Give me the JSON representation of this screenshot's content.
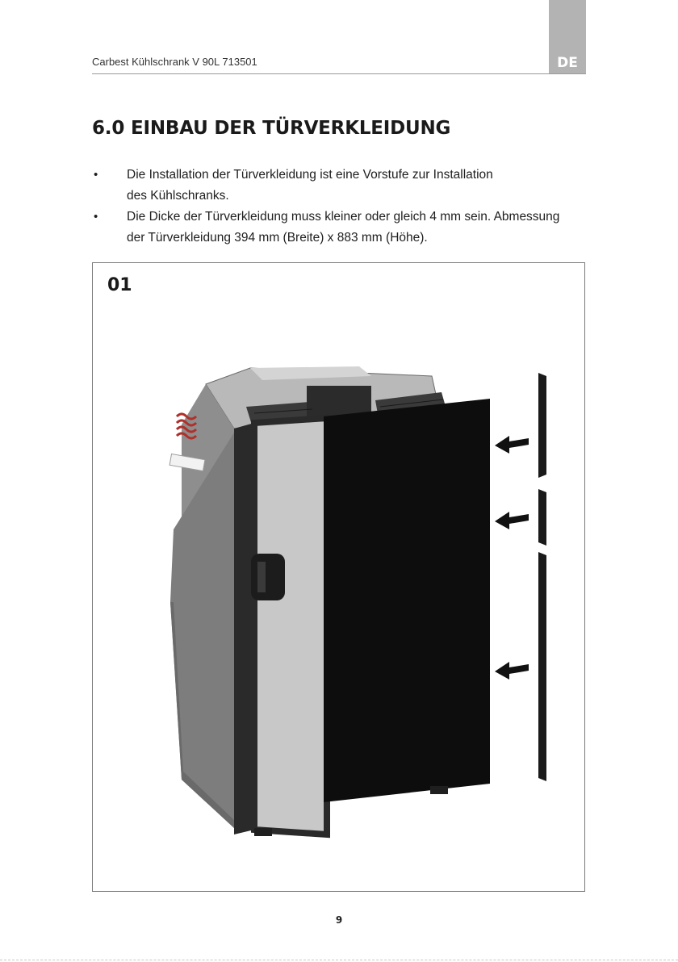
{
  "header": {
    "title": "Carbest Kühlschrank V 90L 713501",
    "language_tab": "DE"
  },
  "section": {
    "title": "6.0 EINBAU DER TÜRVERKLEIDUNG"
  },
  "bullets": [
    {
      "line1": "Die Installation der Türverkleidung ist eine Vorstufe zur Installation",
      "line2": "des Kühlschranks."
    },
    {
      "line1": "Die Dicke der Türverkleidung muss kleiner oder gleich 4 mm sein. Abmessung",
      "line2": "der Türverkleidung 394 mm (Breite) x 883 mm (Höhe)."
    }
  ],
  "figure": {
    "label": "01"
  },
  "footer": {
    "page_number": "9"
  },
  "colors": {
    "tab_gray": "#b3b3b3",
    "panel_black": "#0d0d0d",
    "frame_dark": "#2a2a2a",
    "side_gray": "#8a8a8a"
  }
}
